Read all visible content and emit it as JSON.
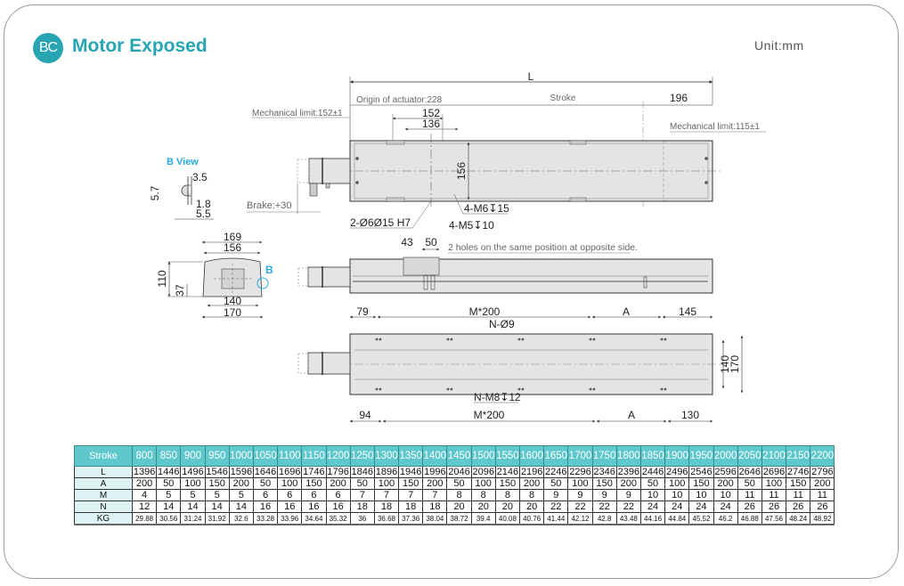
{
  "header": {
    "badge": "BC",
    "title": "Motor Exposed",
    "unit": "Unit:mm"
  },
  "colors": {
    "accent": "#27a5b3",
    "table_header": "#5ec8cc",
    "table_rowhead": "#dff2f4",
    "b_view": "#29a9e0"
  },
  "top_view": {
    "L": "L",
    "origin": "Origin of actuator:228",
    "stroke": "Stroke",
    "d196": "196",
    "mech_limit_left": "Mechanical limit:152±1",
    "mech_limit_right": "Mechanical limit:115±1",
    "d152": "152",
    "d136": "136",
    "d156": "156",
    "brake": "Brake:+30",
    "hole_2": "2-Ø6Ø15 H7",
    "m6": "4-M6↧15",
    "m5": "4-M5↧10"
  },
  "b_view": {
    "title": "B View",
    "d35": "3.5",
    "d57": "5.7",
    "d18": "1.8",
    "d55": "5.5"
  },
  "end_view": {
    "d169": "169",
    "d156": "156",
    "d110": "110",
    "d37": "37",
    "d140": "140",
    "d170": "170",
    "b_label": "B"
  },
  "side_view": {
    "d43": "43",
    "d50": "50",
    "note": "2 holes on the same position at opposite side."
  },
  "bottom_view": {
    "d79": "79",
    "m200_top": "M*200",
    "a_top": "A",
    "d145": "145",
    "n9": "N-Ø9",
    "n_m8": "N-M8↧12",
    "d94": "94",
    "m200_bot": "M*200",
    "a_bot": "A",
    "d130": "130",
    "d140": "140",
    "d170": "170"
  },
  "table": {
    "row_headers": [
      "Stroke",
      "L",
      "A",
      "M",
      "N",
      "KG"
    ],
    "stroke": [
      "800",
      "850",
      "900",
      "950",
      "1000",
      "1050",
      "1100",
      "1150",
      "1200",
      "1250",
      "1300",
      "1350",
      "1400",
      "1450",
      "1500",
      "1550",
      "1600",
      "1650",
      "1700",
      "1750",
      "1800",
      "1850",
      "1900",
      "1950",
      "2000",
      "2050",
      "2100",
      "2150",
      "2200"
    ],
    "L": [
      "1396",
      "1446",
      "1496",
      "1546",
      "1596",
      "1646",
      "1696",
      "1746",
      "1796",
      "1846",
      "1896",
      "1946",
      "1996",
      "2046",
      "2096",
      "2146",
      "2196",
      "2246",
      "2296",
      "2346",
      "2396",
      "2446",
      "2496",
      "2546",
      "2596",
      "2646",
      "2696",
      "2746",
      "2796"
    ],
    "A": [
      "200",
      "50",
      "100",
      "150",
      "200",
      "50",
      "100",
      "150",
      "200",
      "50",
      "100",
      "150",
      "200",
      "50",
      "100",
      "150",
      "200",
      "50",
      "100",
      "150",
      "200",
      "50",
      "100",
      "150",
      "200",
      "50",
      "100",
      "150",
      "200"
    ],
    "M": [
      "4",
      "5",
      "5",
      "5",
      "5",
      "6",
      "6",
      "6",
      "6",
      "7",
      "7",
      "7",
      "7",
      "8",
      "8",
      "8",
      "8",
      "9",
      "9",
      "9",
      "9",
      "10",
      "10",
      "10",
      "10",
      "11",
      "11",
      "11",
      "11"
    ],
    "N": [
      "12",
      "14",
      "14",
      "14",
      "14",
      "16",
      "16",
      "16",
      "16",
      "18",
      "18",
      "18",
      "18",
      "20",
      "20",
      "20",
      "20",
      "22",
      "22",
      "22",
      "22",
      "24",
      "24",
      "24",
      "24",
      "26",
      "26",
      "26",
      "26"
    ],
    "KG": [
      "29.88",
      "30.56",
      "31.24",
      "31.92",
      "32.6",
      "33.28",
      "33.96",
      "34.64",
      "35.32",
      "36",
      "36.68",
      "37.36",
      "38.04",
      "38.72",
      "39.4",
      "40.08",
      "40.76",
      "41.44",
      "42.12",
      "42.8",
      "43.48",
      "44.16",
      "44.84",
      "45.52",
      "46.2",
      "46.88",
      "47.56",
      "48.24",
      "48.92"
    ]
  }
}
